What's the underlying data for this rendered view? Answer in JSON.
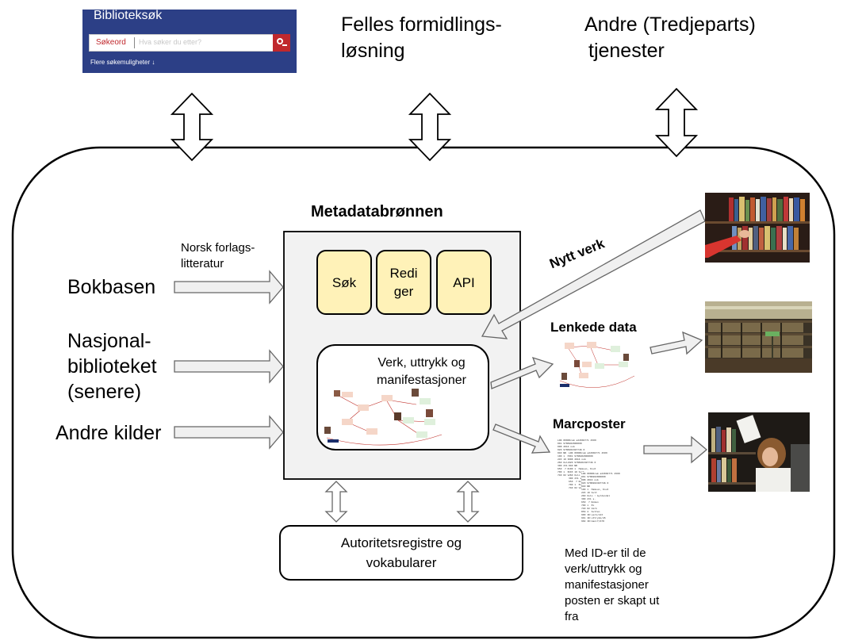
{
  "header": {
    "bibliotekssok": {
      "title": "Biblioteksøk",
      "field_label": "Søkeord",
      "placeholder": "Hva søker du etter?",
      "more_link": "Flere søkemuligheter ↓"
    },
    "felles_line1": "Felles formidlings-",
    "felles_line2": "løsning",
    "andre_line1": "Andre (Tredjeparts)",
    "andre_line2": "tjenester"
  },
  "sources": {
    "norsk_line1": "Norsk forlags-",
    "norsk_line2": "litteratur",
    "bokbasen": "Bokbasen",
    "nasjonal_line1": "Nasjonal-",
    "nasjonal_line2": "biblioteket",
    "nasjonal_line3": "(senere)",
    "andre_kilder": "Andre kilder"
  },
  "metadatabronnen": {
    "title": "Metadatabrønnen",
    "modules": {
      "sok": "Søk",
      "rediger_line1": "Redi",
      "rediger_line2": "ger",
      "api": "API"
    },
    "inner_line1": "Verk, uttrykk og",
    "inner_line2": "manifestasjoner"
  },
  "authority": {
    "line1": "Autoritetsregistre og",
    "line2": "vokabularer"
  },
  "outputs": {
    "nytt_verk": "Nytt verk",
    "lenkede_data": "Lenkede data",
    "marcposter": "Marcposter",
    "note_line1": "Med ID-er til de",
    "note_line2": "verk/uttrykk og",
    "note_line3": "manifestasjoner",
    "note_line4": "posten er skapt ut",
    "note_line5": "fra"
  },
  "colors": {
    "bibsok_bg": "#2c3f86",
    "bibsok_accent": "#c0282d",
    "module_fill": "#fff2b8",
    "panel_fill": "#f2f2f2",
    "arrow_fill": "#f0f0f0"
  },
  "icons": [
    "search-icon",
    "double-arrow-icon",
    "block-arrow-icon"
  ]
}
